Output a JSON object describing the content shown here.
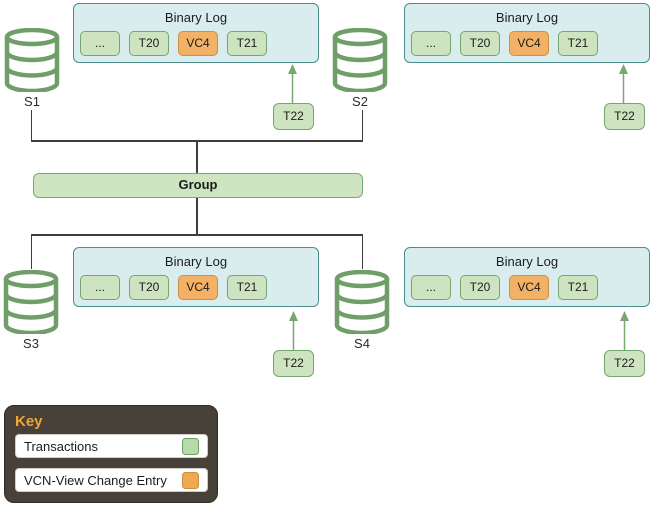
{
  "binary_logs": [
    {
      "title": "Binary Log",
      "entries": [
        {
          "label": "...",
          "type": "transaction"
        },
        {
          "label": "T20",
          "type": "transaction"
        },
        {
          "label": "VC4",
          "type": "view_change"
        },
        {
          "label": "T21",
          "type": "transaction"
        }
      ],
      "incoming": "T22"
    },
    {
      "title": "Binary Log",
      "entries": [
        {
          "label": "...",
          "type": "transaction"
        },
        {
          "label": "T20",
          "type": "transaction"
        },
        {
          "label": "VC4",
          "type": "view_change"
        },
        {
          "label": "T21",
          "type": "transaction"
        }
      ],
      "incoming": "T22"
    },
    {
      "title": "Binary Log",
      "entries": [
        {
          "label": "...",
          "type": "transaction"
        },
        {
          "label": "T20",
          "type": "transaction"
        },
        {
          "label": "VC4",
          "type": "view_change"
        },
        {
          "label": "T21",
          "type": "transaction"
        }
      ],
      "incoming": "T22"
    },
    {
      "title": "Binary Log",
      "entries": [
        {
          "label": "...",
          "type": "transaction"
        },
        {
          "label": "T20",
          "type": "transaction"
        },
        {
          "label": "VC4",
          "type": "view_change"
        },
        {
          "label": "T21",
          "type": "transaction"
        }
      ],
      "incoming": "T22"
    }
  ],
  "servers": [
    {
      "label": "S1"
    },
    {
      "label": "S2"
    },
    {
      "label": "S3"
    },
    {
      "label": "S4"
    }
  ],
  "group": {
    "label": "Group"
  },
  "key": {
    "title": "Key",
    "items": [
      {
        "label": "Transactions",
        "swatch": "green"
      },
      {
        "label": "VCN-View Change Entry",
        "swatch": "orange"
      }
    ]
  },
  "colors": {
    "binlog_fill": "#d9edef",
    "binlog_border": "#4b8e8d",
    "transaction_fill": "#cee4c0",
    "transaction_border": "#76a571",
    "view_change_fill": "#f2b164",
    "view_change_border": "#cc9146",
    "group_fill": "#cfe5c1",
    "group_border": "#7aa872",
    "cylinder_stroke": "#6f9e68",
    "arrow": "#78a76f",
    "connector": "#3e3e3e",
    "key_background": "#48413a",
    "key_title": "#f0a534"
  }
}
